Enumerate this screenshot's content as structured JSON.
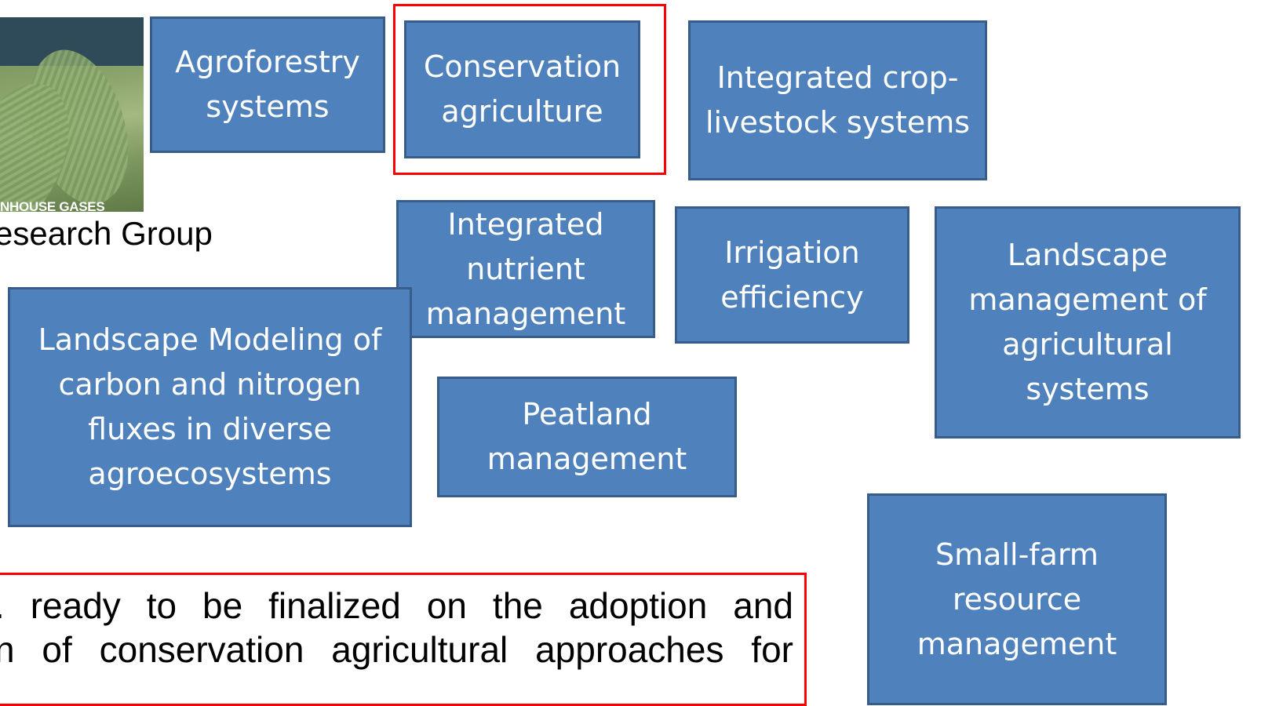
{
  "logo": {
    "caption": "NHOUSE GASES"
  },
  "group_label": "esearch Group",
  "boxes": {
    "agroforestry": "Agroforestry\nsystems",
    "conservation": "Conservation\nagriculture",
    "integrated_crop": "Integrated crop-\nlivestock systems",
    "integrated_nutrient": "Integrated\nnutrient\nmanagement",
    "irrigation": "Irrigation\nefficiency",
    "landscape_management": "Landscape\nmanagement of\nagricultural\nsystems",
    "landscape_modeling": "Landscape Modeling of\ncarbon and nitrogen\nfluxes in diverse\nagroecosystems",
    "peatland": "Peatland\nmanagement",
    "small_farm": "Small-farm\nresource\nmanagement"
  },
  "note": {
    "line1": ". ready to be finalized on the adoption and",
    "line2": "n of conservation agricultural approaches for"
  },
  "colors": {
    "box_fill": "#4f81bd",
    "box_border": "#385d8a",
    "highlight": "#ff0000",
    "box_text": "#ffffff"
  }
}
